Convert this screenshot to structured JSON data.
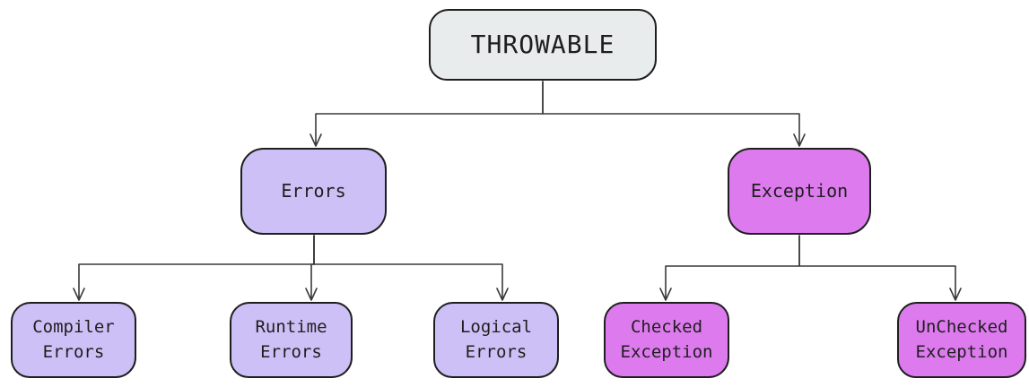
{
  "diagram": {
    "type": "hierarchy-tree",
    "nodes": {
      "throwable": {
        "label": "THROWABLE"
      },
      "errors": {
        "label": "Errors"
      },
      "exception": {
        "label": "Exception"
      },
      "compiler_errors": {
        "label": "Compiler\nErrors"
      },
      "runtime_errors": {
        "label": "Runtime\nErrors"
      },
      "logical_errors": {
        "label": "Logical\nErrors"
      },
      "checked_exception": {
        "label": "Checked\nException"
      },
      "unchecked_exception": {
        "label": "UnChecked\nException"
      }
    },
    "edges": [
      {
        "from": "throwable",
        "to": "errors"
      },
      {
        "from": "throwable",
        "to": "exception"
      },
      {
        "from": "errors",
        "to": "compiler_errors"
      },
      {
        "from": "errors",
        "to": "runtime_errors"
      },
      {
        "from": "errors",
        "to": "logical_errors"
      },
      {
        "from": "exception",
        "to": "checked_exception"
      },
      {
        "from": "exception",
        "to": "unchecked_exception"
      }
    ],
    "colors": {
      "root_fill": "#e9eced",
      "errors_fill": "#cdc0f6",
      "exception_fill": "#dd7bee",
      "node_border": "#1e1e1e",
      "connector": "#3a3a3a",
      "background": "#ffffff",
      "text": "#1e1e1e"
    }
  }
}
